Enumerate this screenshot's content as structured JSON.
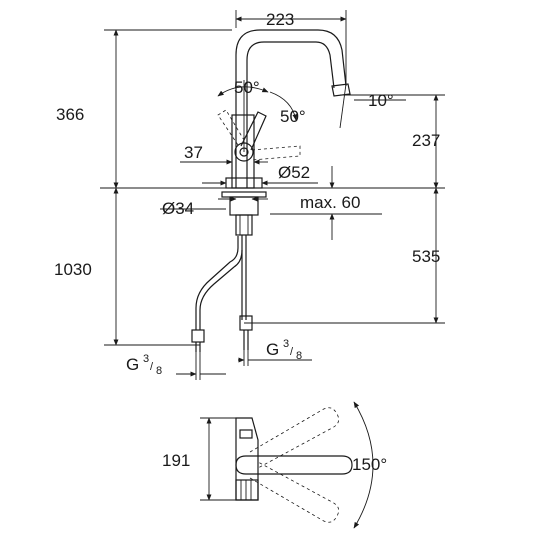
{
  "dimensions": {
    "top_width": "223",
    "overall_height": "366",
    "spout_angle": "10°",
    "lever_angle_left": "50°",
    "lever_angle_right": "50°",
    "spout_height": "237",
    "lever_offset": "37",
    "body_diameter": "Ø52",
    "hole_diameter": "Ø34",
    "max_deck": "max. 60",
    "hose_length": "1030",
    "under_deck": "535",
    "swivel_height": "191",
    "swivel_angle": "150°"
  },
  "connections": {
    "left": {
      "base": "G",
      "num": "3",
      "den": "8"
    },
    "right": {
      "base": "G",
      "num": "3",
      "den": "8"
    }
  }
}
